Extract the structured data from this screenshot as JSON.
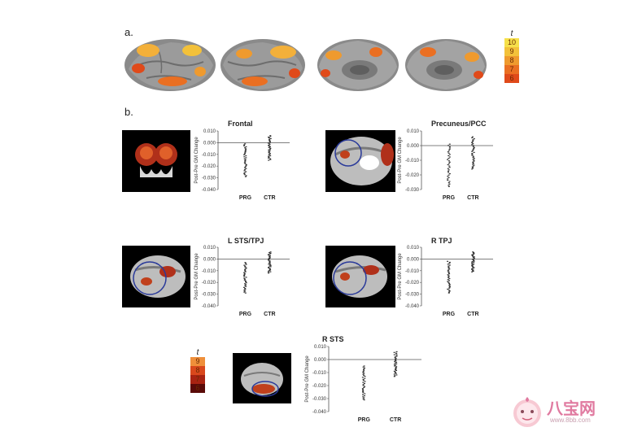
{
  "labels": {
    "a": "a.",
    "b": "b."
  },
  "colorbar_a": {
    "t": "t",
    "ticks": [
      "10",
      "9",
      "8",
      "7",
      "6"
    ],
    "colors": [
      "#f6e04a",
      "#f3c13a",
      "#ef9a2e",
      "#ea6f22",
      "#e04a1a"
    ]
  },
  "colorbar_b": {
    "t": "t",
    "ticks": [
      "9",
      "8",
      "7",
      "6"
    ],
    "colors": [
      "#ef8f3a",
      "#d9481c",
      "#a82312",
      "#5a0a08"
    ]
  },
  "plots": [
    {
      "id": "frontal",
      "title": "Frontal",
      "ylabel": "Post-Pre GM Change",
      "yticks": [
        "0.010",
        "0.000",
        "-0.010",
        "-0.020",
        "-0.030",
        "-0.040"
      ],
      "ylim": [
        -0.04,
        0.01
      ],
      "categories": [
        "PRG",
        "CTR"
      ],
      "groups": [
        {
          "name": "PRG",
          "min": -0.029,
          "max": -0.001,
          "n": 34
        },
        {
          "name": "CTR",
          "min": -0.015,
          "max": 0.006,
          "n": 34
        }
      ]
    },
    {
      "id": "precuneus",
      "title": "Precuneus/PCC",
      "ylabel": "Post-Pre GM Change",
      "yticks": [
        "0.010",
        "0.000",
        "-0.010",
        "-0.020",
        "-0.030"
      ],
      "ylim": [
        -0.03,
        0.01
      ],
      "categories": [
        "PRG",
        "CTR"
      ],
      "groups": [
        {
          "name": "PRG",
          "min": -0.028,
          "max": 0.001,
          "n": 34
        },
        {
          "name": "CTR",
          "min": -0.016,
          "max": 0.006,
          "n": 34
        }
      ]
    },
    {
      "id": "lsts",
      "title": "L STS/TPJ",
      "ylabel": "Post-Pre GM Change",
      "yticks": [
        "0.010",
        "0.000",
        "-0.010",
        "-0.020",
        "-0.030",
        "-0.040"
      ],
      "ylim": [
        -0.04,
        0.01
      ],
      "categories": [
        "PRG",
        "CTR"
      ],
      "groups": [
        {
          "name": "PRG",
          "min": -0.029,
          "max": -0.003,
          "n": 34
        },
        {
          "name": "CTR",
          "min": -0.012,
          "max": 0.006,
          "n": 34
        }
      ]
    },
    {
      "id": "rtpj",
      "title": "R TPJ",
      "ylabel": "Post-Pre GM Change",
      "yticks": [
        "0.010",
        "0.000",
        "-0.010",
        "-0.020",
        "-0.030",
        "-0.040"
      ],
      "ylim": [
        -0.04,
        0.01
      ],
      "categories": [
        "PRG",
        "CTR"
      ],
      "groups": [
        {
          "name": "PRG",
          "min": -0.029,
          "max": -0.002,
          "n": 34
        },
        {
          "name": "CTR",
          "min": -0.011,
          "max": 0.006,
          "n": 34
        }
      ]
    },
    {
      "id": "rsts",
      "title": "R STS",
      "ylabel": "Post-Pre GM Change",
      "yticks": [
        "0.010",
        "0.000",
        "-0.010",
        "-0.020",
        "-0.030",
        "-0.040"
      ],
      "ylim": [
        -0.04,
        0.01
      ],
      "categories": [
        "PRG",
        "CTR"
      ],
      "groups": [
        {
          "name": "PRG",
          "min": -0.031,
          "max": -0.005,
          "n": 34
        },
        {
          "name": "CTR",
          "min": -0.013,
          "max": 0.006,
          "n": 34
        }
      ]
    }
  ],
  "watermark": {
    "name": "八宝网",
    "url": "www.8bb.com"
  }
}
